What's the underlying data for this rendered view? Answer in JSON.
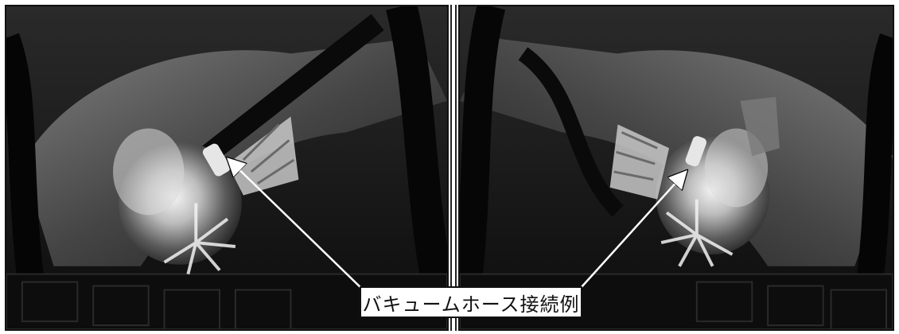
{
  "callout": {
    "label": "バキュームホース接続例"
  },
  "colors": {
    "photo_background": "#111111",
    "arrow": "#ffffff",
    "callout_border": "#111111",
    "callout_text": "#111111"
  },
  "icons": {
    "left_photo": "engine-bay-blowoff-valve-photo",
    "right_photo": "engine-bay-blowoff-valve-photo"
  }
}
